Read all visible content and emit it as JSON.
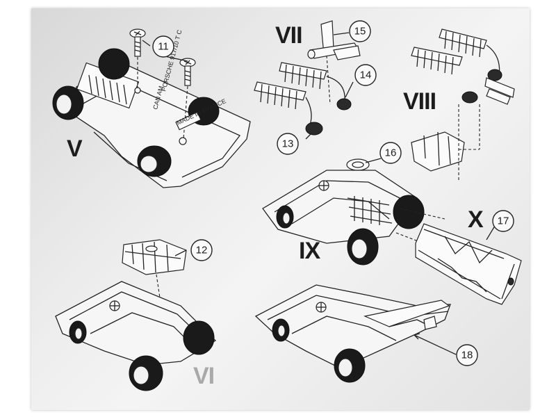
{
  "steps": {
    "v": "V",
    "vi": "VI",
    "vii": "VII",
    "viii": "VIII",
    "ix": "IX",
    "x": "X"
  },
  "callouts": {
    "c11": "11",
    "c12": "12",
    "c13": "13",
    "c14": "14",
    "c15": "15",
    "c16": "16",
    "c17": "17",
    "c18": "18"
  },
  "chassis_text": {
    "line1": "PORSCHE 917/10 T C",
    "line2": "CAN AM",
    "badge": "MADE IN FRANCE"
  },
  "colors": {
    "ink": "#1c1c1c",
    "paper": "#f0f0f0",
    "step_vi": "#a9a9a9"
  }
}
